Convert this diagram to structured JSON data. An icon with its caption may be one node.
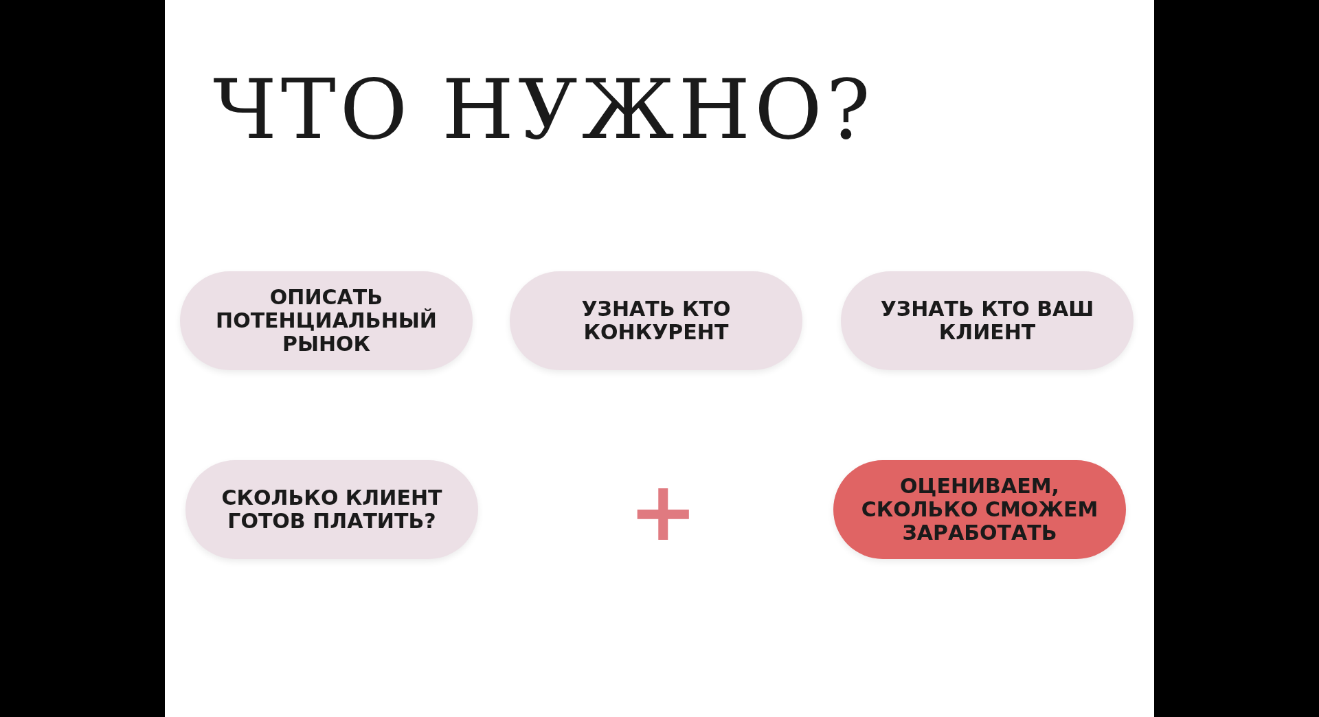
{
  "diagram": {
    "title": "ЧТО НУЖНО?",
    "nodes": [
      {
        "text": [
          "ОПИСАТЬ ПОТЕНЦИАЛЬНЫЙ РЫНОК"
        ]
      },
      {
        "text": [
          "УЗНАТЬ КТО КОНКУРЕНТ"
        ]
      },
      {
        "text": [
          "УЗНАТЬ КТО ВАШ КЛИЕНТ"
        ]
      },
      {
        "text": [
          "СКОЛЬКО КЛИЕНТ ГОТОВ ПЛАТИТЬ?"
        ]
      },
      {
        "text": [
          "ОЦЕНИВАЕМ, СКОЛЬКО СМОЖЕМ ЗАРАБОТАТЬ"
        ]
      }
    ],
    "labels": [
      "+"
    ]
  }
}
